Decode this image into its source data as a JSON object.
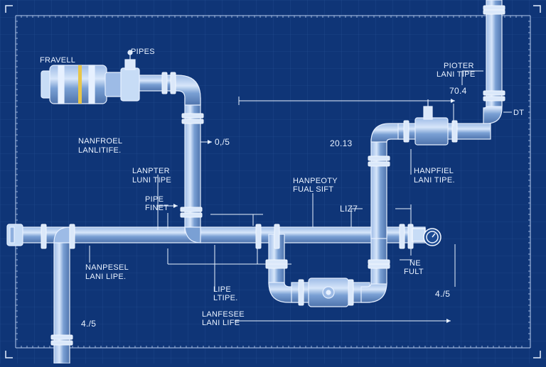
{
  "labels": {
    "fravell": "FRAVELL",
    "pipes": "PIPES",
    "nanfroel_1": "NANFROEL",
    "nanfroel_2": "LANLITIFE.",
    "dim_0_5": "0,/5",
    "lanpter_1": "LANPTER",
    "lanpter_2": "LUNI TIPE",
    "pipe_finet_1": "PIPE",
    "pipe_finet_2": "FINET",
    "nanpesel_1": "NANPESEL",
    "nanpesel_2": "LANI LIPE.",
    "dim_4_5_left": "4./5",
    "life_1": "LIPE",
    "life_2": "LTIPE.",
    "lanfesee_1": "LANFESEE",
    "lanfesee_2": "LANI LIFE",
    "hanpeoty_1": "HANPEOTY",
    "hanpeoty_2": "FUAL SIFT",
    "liz7": "LIZ7",
    "dim_20_13": "20.13",
    "hanpfiel_1": "HANPFIEL",
    "hanpfiel_2": "LANI TIPE.",
    "ne_fult_1": "NE",
    "ne_fult_2": "FULT",
    "dim_4_5_right": "4./5",
    "pioter_1": "PIOTER",
    "pioter_2": "LANI TIPE",
    "dim_70_4": "70.4",
    "dt": "DT"
  },
  "colors": {
    "background": "#0f3577",
    "grid": "#2d559a",
    "pipe_fill": "#6f97cf",
    "pipe_highlight": "#c7dcf6",
    "pipe_stroke": "#e6f0ff",
    "line": "#e9f2ff",
    "accent_yellow": "#e8c64a"
  },
  "icons": [
    "corner-mark-icon",
    "gauge-icon",
    "pump-icon",
    "valve-icon",
    "motor-icon"
  ]
}
